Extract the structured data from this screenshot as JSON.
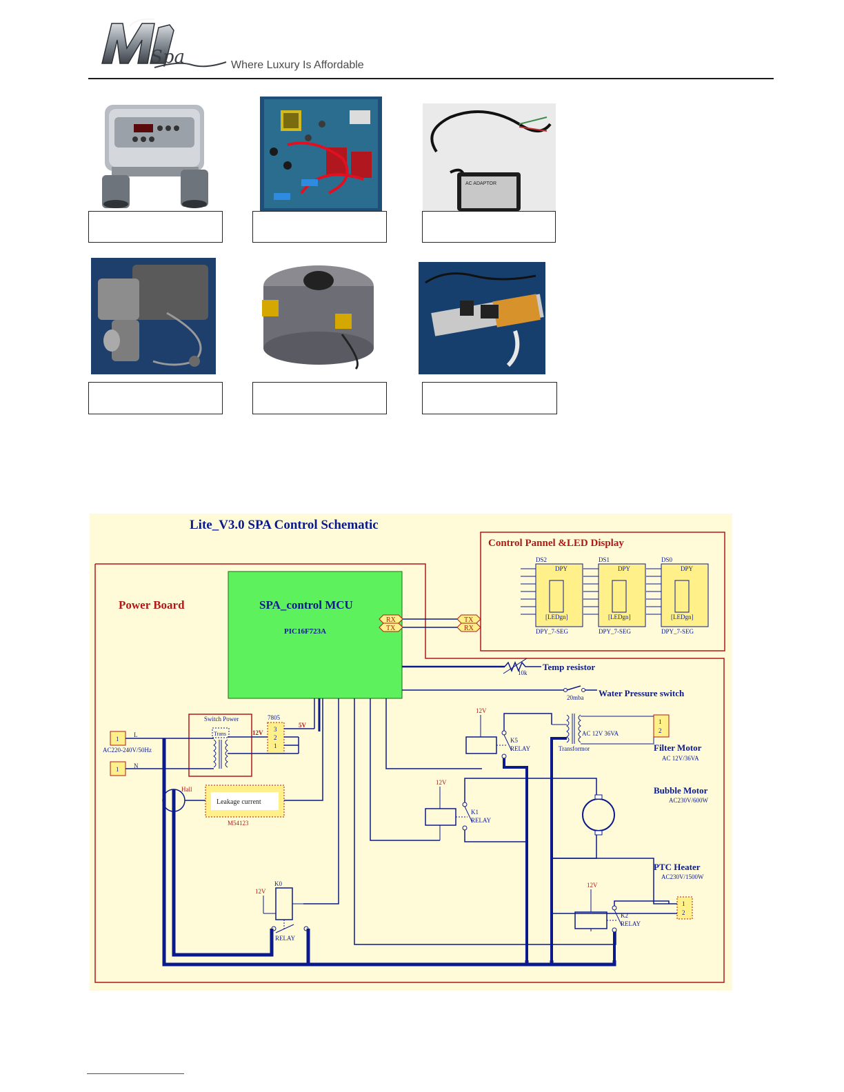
{
  "header": {
    "tagline": "Where Luxury Is Affordable",
    "brand_script": "Spa"
  },
  "photos": [
    {
      "name": "control-panel-photo",
      "caption": ""
    },
    {
      "name": "circuit-board-photo",
      "caption": ""
    },
    {
      "name": "ac-adaptor-photo",
      "caption": ""
    },
    {
      "name": "filter-pump-photo",
      "caption": ""
    },
    {
      "name": "bubble-motor-photo",
      "caption": ""
    },
    {
      "name": "ptc-heater-photo",
      "caption": ""
    }
  ],
  "adaptor_label": "AC ADAPTOR",
  "schematic": {
    "title": "Lite_V3.0 SPA Control Schematic",
    "power_board": "Power Board",
    "mcu_name": "SPA_control MCU",
    "mcu_part": "PIC16F723A",
    "rx": "RX",
    "tx": "TX",
    "control_panel_title": "Control Pannel &LED Display",
    "displays": [
      {
        "ref": "DS2",
        "dpy": "DPY",
        "led": "[LEDgn]",
        "footer": "DPY_7-SEG"
      },
      {
        "ref": "DS1",
        "dpy": "DPY",
        "led": "[LEDgn]",
        "footer": "DPY_7-SEG"
      },
      {
        "ref": "DS0",
        "dpy": "DPY",
        "led": "[LEDgn]",
        "footer": "DPY_7-SEG"
      }
    ],
    "temp_resistor": "Temp resistor",
    "temp_value": "10k",
    "water_pressure": "Water Pressure switch",
    "pressure_value": "20mba",
    "switch_power": "Switch Power",
    "trans": "Trans",
    "reg": "7805",
    "v5": "5V",
    "v12": "12V",
    "line_l": "L",
    "line_n": "N",
    "mains": "AC220-240V/50Hz",
    "pin1": "1",
    "pin2": "2",
    "pin3": "3",
    "hall": "Hall",
    "leakage": "Leakage current",
    "leakage_part": "M54123",
    "k5": "K5",
    "k1": "K1",
    "k2": "K2",
    "k0": "K0",
    "relay": "RELAY",
    "transformer": "Transformor",
    "ac12": "AC 12V 36VA",
    "filter_motor": "Filter Motor",
    "filter_motor_spec": "AC 12V/36VA",
    "bubble_motor": "Bubble Motor",
    "bubble_motor_spec": "AC230V/600W",
    "ptc_heater": "PTC Heater",
    "ptc_heater_spec": "AC230V/1500W"
  },
  "colors": {
    "navy": "#0a1a8c",
    "red": "#b01818",
    "mcu_green": "#5df25d",
    "pale_yellow": "#fffbd9",
    "connector_yellow": "#fff08a"
  }
}
